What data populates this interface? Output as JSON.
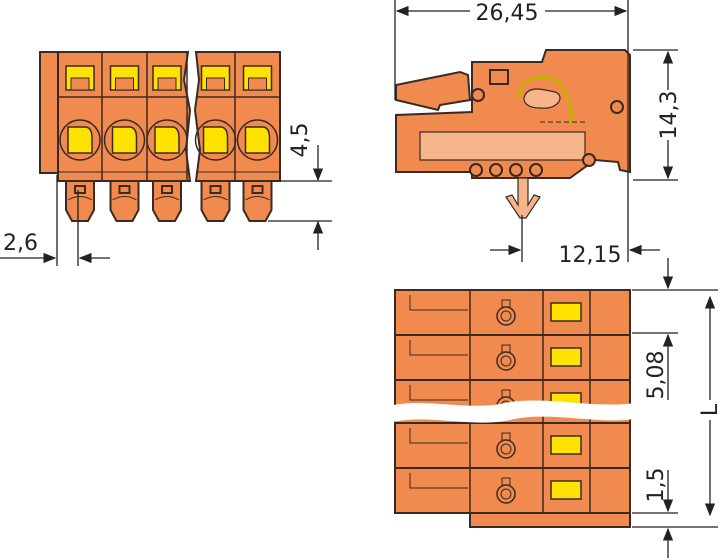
{
  "dimensions": {
    "total_length": "26,45",
    "height": "14,3",
    "pin_offset": "12,15",
    "front_height": "4,5",
    "front_offset": "2,6",
    "pitch": "5,08",
    "bottom_offset": "1,5",
    "length_label": "L"
  },
  "colors": {
    "housing": "#f08a4e",
    "release": "#ffe200",
    "outline": "#3a2a22"
  }
}
